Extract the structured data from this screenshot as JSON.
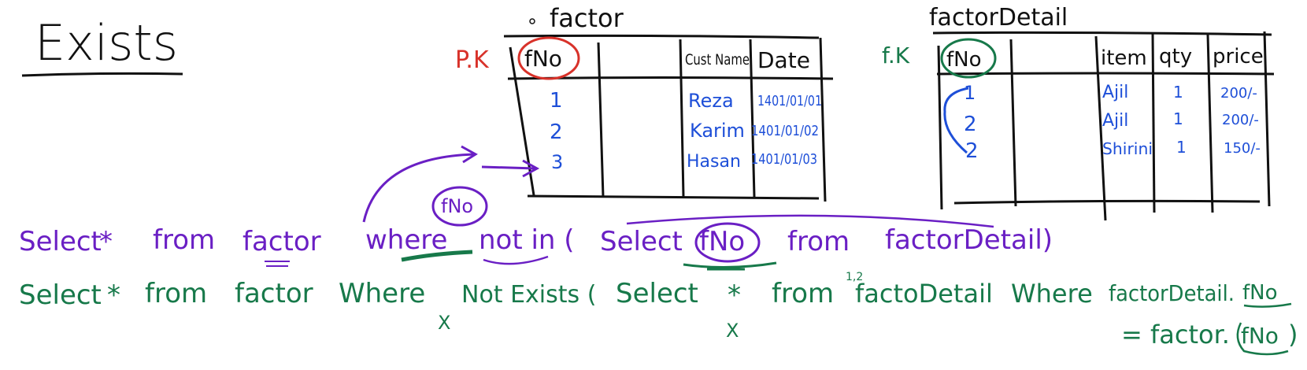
{
  "title": "Exists",
  "factor_table": {
    "name": "factor",
    "key_label": "P.K",
    "columns": [
      "fNo",
      "",
      "Cust Name",
      "Date"
    ],
    "rows": [
      [
        "1",
        "",
        "Reza",
        "1401/01/01"
      ],
      [
        "2",
        "",
        "Karim",
        "1401/01/02"
      ],
      [
        "3",
        "",
        "Hasan",
        "1401/01/03"
      ]
    ]
  },
  "detail_table": {
    "name": "factorDetail",
    "key_label": "f.K",
    "columns": [
      "fNo",
      "",
      "item",
      "qty",
      "price"
    ],
    "rows": [
      [
        "1",
        "",
        "Ajil",
        "1",
        "200/-"
      ],
      [
        "2",
        "",
        "Ajil",
        "1",
        "200/-"
      ],
      [
        "2",
        "",
        "Shirini",
        "1",
        "150/-"
      ]
    ]
  },
  "annotation_fno": "fNo",
  "query1": {
    "select": "Select",
    "star": "*",
    "from": "from",
    "table": "factor",
    "where": "where",
    "not_in": "not in (",
    "sub_select": "Select",
    "sub_col": "fNo",
    "sub_from": "from",
    "sub_table": "factorDetail)"
  },
  "query2": {
    "select": "Select",
    "star": "*",
    "from": "from",
    "table": "factor",
    "where": "Where",
    "not_exists": "Not Exists (",
    "sub_select": "Select",
    "sub_star": "*",
    "sub_from": "from",
    "sub_table": "factoDetail",
    "sub_where": "Where",
    "left": "factorDetail.",
    "left_col": "fNo",
    "equals": "= factor.",
    "right_col": "fNo",
    "close": ")",
    "mark_x": "X",
    "mark_12": "1,2"
  },
  "colors": {
    "ink": "#111111",
    "blue": "#1e4fd8",
    "red": "#d8322a",
    "green": "#17794a",
    "purple": "#6a1fc4"
  }
}
